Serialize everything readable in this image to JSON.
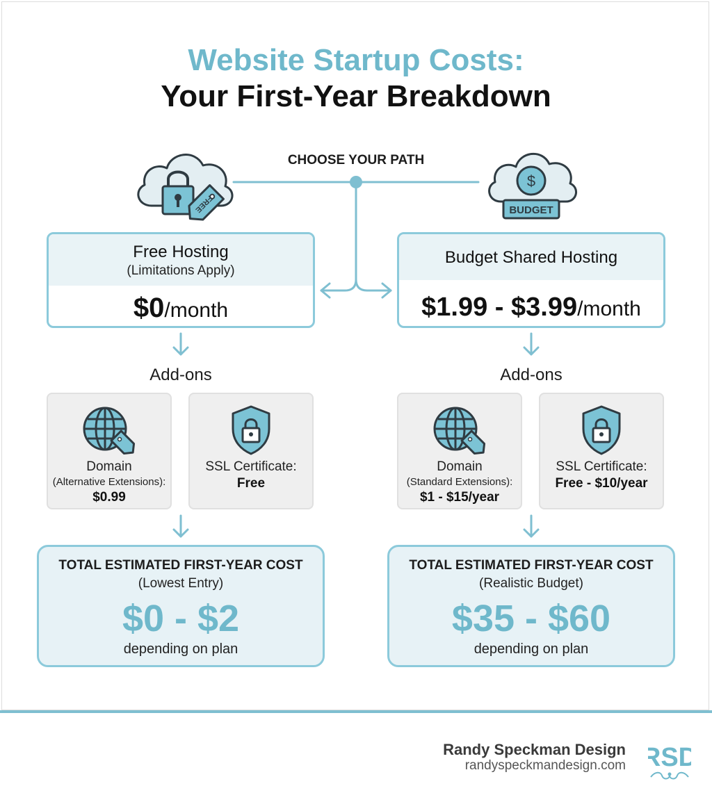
{
  "header": {
    "title_line1": "Website Startup Costs:",
    "title_line2": "Your First-Year Breakdown"
  },
  "choose_label": "CHOOSE YOUR PATH",
  "icons": {
    "free_tag": "FREE",
    "budget_tag": "BUDGET",
    "dollar_symbol": "$"
  },
  "plans": {
    "free": {
      "name": "Free Hosting",
      "note": "(Limitations Apply)",
      "price": "$0",
      "unit": "/month"
    },
    "budget": {
      "name": "Budget Shared Hosting",
      "price": "$1.99 - $3.99",
      "unit": "/month"
    }
  },
  "addons_label": "Add-ons",
  "addons": {
    "free": [
      {
        "label": "Domain",
        "sub": "(Alternative Extensions):",
        "value": "$0.99",
        "icon": "globe-tag-icon"
      },
      {
        "label": "SSL Certificate:",
        "value": "Free",
        "icon": "shield-lock-icon"
      }
    ],
    "budget": [
      {
        "label": "Domain",
        "sub": "(Standard Extensions):",
        "value": "$1 - $15/year",
        "icon": "globe-tag-icon"
      },
      {
        "label": "SSL Certificate:",
        "value": "Free - $10/year",
        "icon": "shield-lock-icon"
      }
    ]
  },
  "totals": {
    "free": {
      "heading": "TOTAL ESTIMATED FIRST-YEAR COST",
      "sub": "(Lowest Entry)",
      "range": "$0 - $2",
      "note": "depending on plan"
    },
    "budget": {
      "heading": "TOTAL ESTIMATED FIRST-YEAR COST",
      "sub": "(Realistic Budget)",
      "range": "$35 - $60",
      "note": "depending on plan"
    }
  },
  "footer": {
    "brand": "Randy Speckman Design",
    "url": "randyspeckmandesign.com",
    "logo_text": "RSD"
  },
  "colors": {
    "accent": "#6fb8cb",
    "border": "#8ccadb",
    "panel": "#e7f2f6",
    "card": "#efefef"
  }
}
